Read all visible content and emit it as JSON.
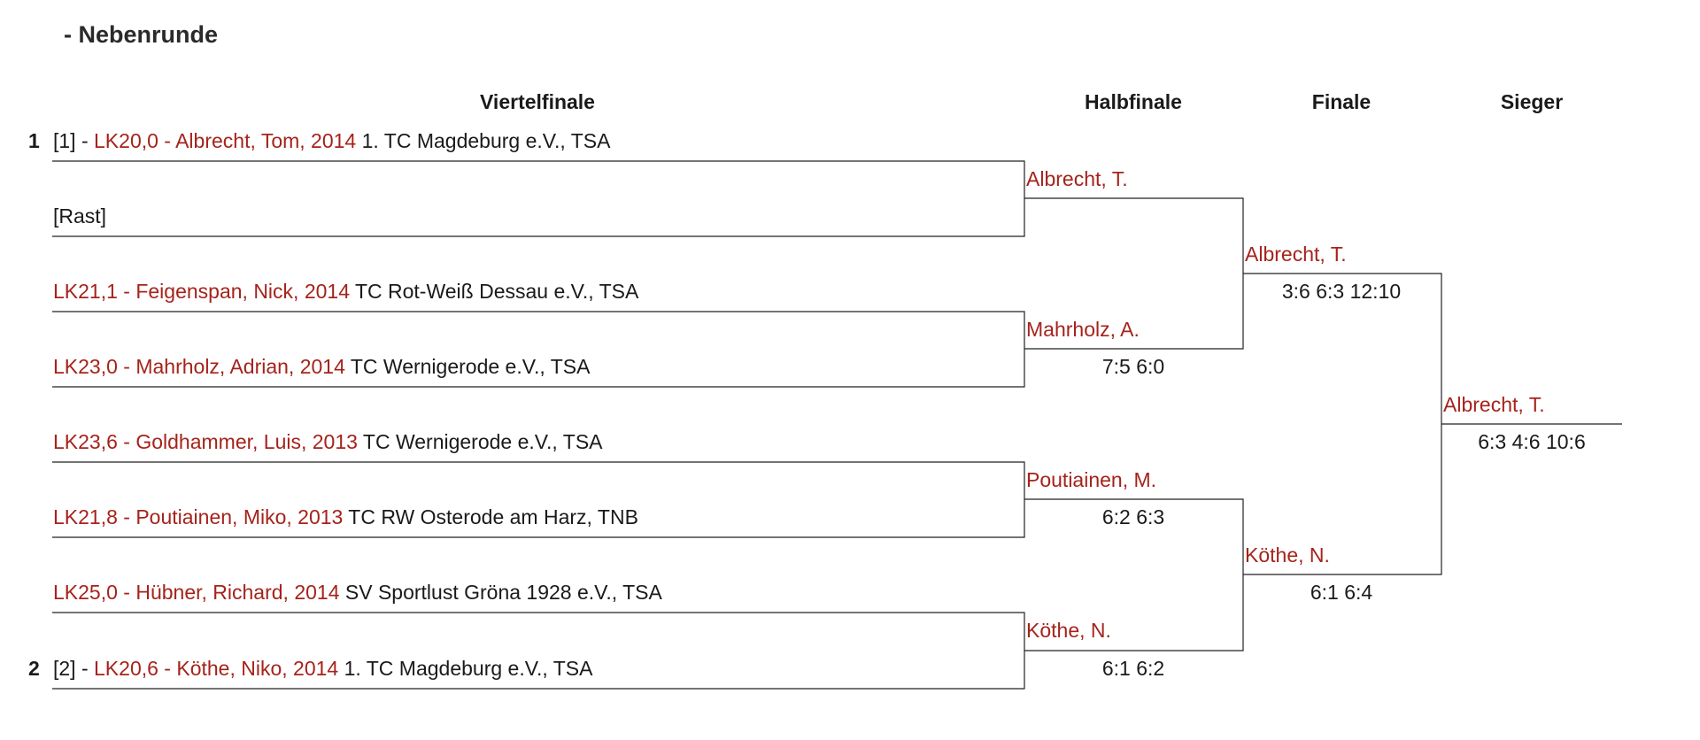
{
  "title": "- Nebenrunde",
  "headers": {
    "quarter": "Viertelfinale",
    "semi": "Halbfinale",
    "final": "Finale",
    "winner": "Sieger"
  },
  "entries": [
    {
      "seed": "1",
      "prefix": "[1] - ",
      "player": "LK20,0 - Albrecht, Tom, 2014",
      "club": " 1. TC Magdeburg e.V., TSA"
    },
    {
      "seed": "",
      "prefix": "[Rast]",
      "player": "",
      "club": ""
    },
    {
      "seed": "",
      "prefix": "",
      "player": "LK21,1 - Feigenspan, Nick, 2014",
      "club": " TC Rot-Weiß Dessau e.V., TSA"
    },
    {
      "seed": "",
      "prefix": "",
      "player": "LK23,0 - Mahrholz, Adrian, 2014",
      "club": " TC Wernigerode e.V., TSA"
    },
    {
      "seed": "",
      "prefix": "",
      "player": "LK23,6 - Goldhammer, Luis, 2013",
      "club": " TC Wernigerode e.V., TSA"
    },
    {
      "seed": "",
      "prefix": "",
      "player": "LK21,8 - Poutiainen, Miko, 2013",
      "club": " TC RW Osterode am Harz, TNB"
    },
    {
      "seed": "",
      "prefix": "",
      "player": "LK25,0 - Hübner, Richard, 2014",
      "club": " SV Sportlust Gröna 1928 e.V., TSA"
    },
    {
      "seed": "2",
      "prefix": "[2] - ",
      "player": "LK20,6 - Köthe, Niko, 2014",
      "club": " 1. TC Magdeburg e.V., TSA"
    }
  ],
  "semifinal": [
    {
      "winner": "Albrecht, T.",
      "score": ""
    },
    {
      "winner": "Mahrholz, A.",
      "score": "7:5 6:0"
    },
    {
      "winner": "Poutiainen, M.",
      "score": "6:2 6:3"
    },
    {
      "winner": "Köthe, N.",
      "score": "6:1 6:2"
    }
  ],
  "final": [
    {
      "winner": "Albrecht, T.",
      "score": "3:6 6:3 12:10"
    },
    {
      "winner": "Köthe, N.",
      "score": "6:1 6:4"
    }
  ],
  "champion": {
    "winner": "Albrecht, T.",
    "score": "6:3 4:6 10:6"
  }
}
